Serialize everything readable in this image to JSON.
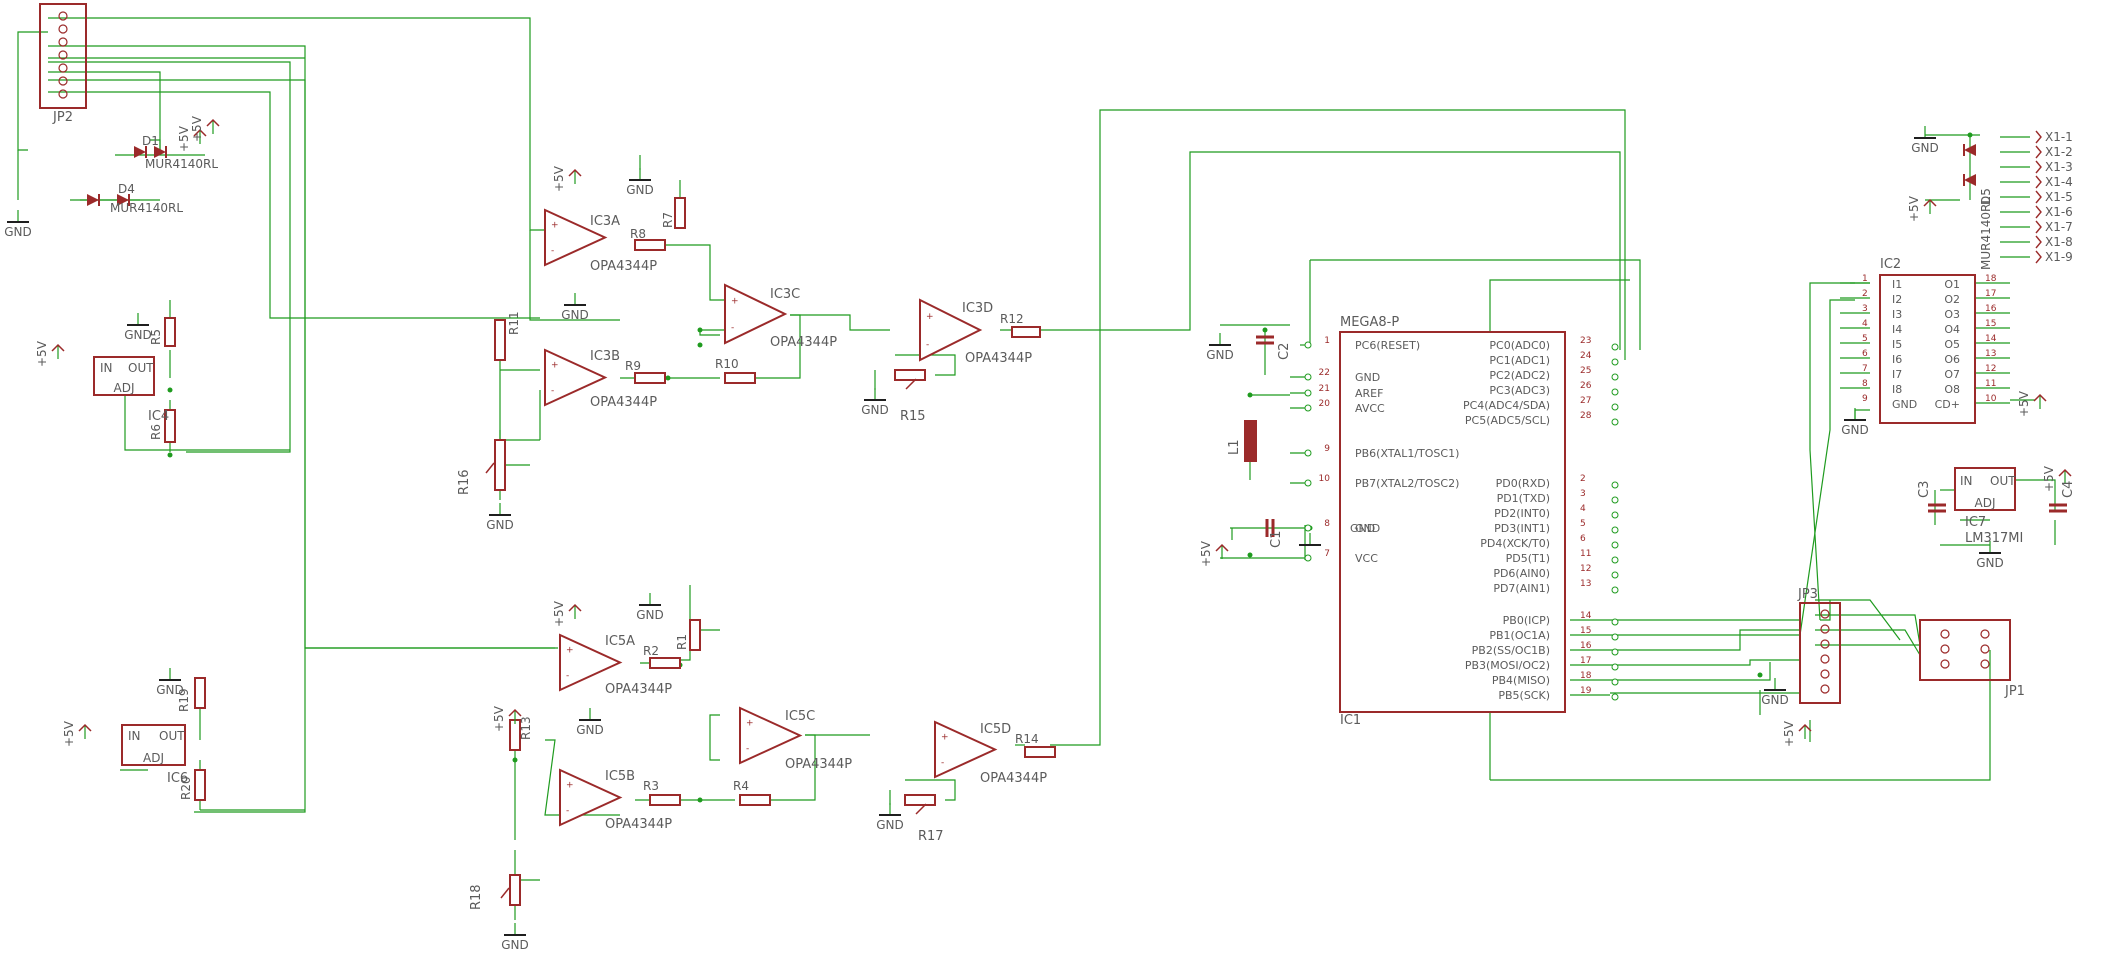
{
  "schematic": {
    "labels": {
      "jp2": "JP2",
      "jp1": "JP1",
      "jp3": "JP3",
      "ic1": "IC1",
      "ic2": "IC2",
      "ic4": "IC4",
      "ic6": "IC6",
      "ic7": "IC7",
      "lm317": "LM317MI",
      "mega": "MEGA8-P",
      "ic3a": "IC3A",
      "ic3b": "IC3B",
      "ic3c": "IC3C",
      "ic3d": "IC3D",
      "ic5a": "IC5A",
      "ic5b": "IC5B",
      "ic5c": "IC5C",
      "ic5d": "IC5D",
      "opa": "OPA4344P",
      "r1": "R1",
      "r2": "R2",
      "r3": "R3",
      "r4": "R4",
      "r5": "R5",
      "r6": "R6",
      "r7": "R7",
      "r8": "R8",
      "r9": "R9",
      "r10": "R10",
      "r11": "R11",
      "r12": "R12",
      "r13": "R13",
      "r14": "R14",
      "r15": "R15",
      "r16": "R16",
      "r17": "R17",
      "r18": "R18",
      "r19": "R19",
      "r20": "R20",
      "c1": "C1",
      "c2": "C2",
      "c3": "C3",
      "c4": "C4",
      "l1": "L1",
      "gnd": "GND",
      "plus5v": "+5V",
      "in": "IN",
      "out": "OUT",
      "adj": "ADJ",
      "diode1": "MUR4140RL",
      "diode2": "MUR4140RL",
      "d1": "D1",
      "d4": "D4",
      "d5": "D5",
      "mur_side": "MUR4140RL",
      "avcc": "AVCC",
      "aref": "AREF",
      "vcc": "VCC"
    },
    "mega_left_pins": [
      "PC6(RESET)",
      "GND",
      "AREF",
      "AVCC",
      "PB6(XTAL1/TOSC1)",
      "PB7(XTAL2/TOSC2)",
      "GND",
      "VCC"
    ],
    "mega_left_nums": [
      "1",
      "22",
      "21",
      "20",
      "9",
      "10",
      "8",
      "7"
    ],
    "mega_right_pins": [
      "PC0(ADC0)",
      "PC1(ADC1)",
      "PC2(ADC2)",
      "PC3(ADC3)",
      "PC4(ADC4/SDA)",
      "PC5(ADC5/SCL)",
      "PD0(RXD)",
      "PD1(TXD)",
      "PD2(INT0)",
      "PD3(INT1)",
      "PD4(XCK/T0)",
      "PD5(T1)",
      "PD6(AIN0)",
      "PD7(AIN1)",
      "PB0(ICP)",
      "PB1(OC1A)",
      "PB2(SS/OC1B)",
      "PB3(MOSI/OC2)",
      "PB4(MISO)",
      "PB5(SCK)"
    ],
    "mega_right_nums": [
      "23",
      "24",
      "25",
      "26",
      "27",
      "28",
      "2",
      "3",
      "4",
      "5",
      "6",
      "11",
      "12",
      "13",
      "14",
      "15",
      "16",
      "17",
      "18",
      "19"
    ],
    "ic2_left": [
      "I1",
      "I2",
      "I3",
      "I4",
      "I5",
      "I6",
      "I7",
      "I8",
      "GND"
    ],
    "ic2_right": [
      "O1",
      "O2",
      "O3",
      "O4",
      "O5",
      "O6",
      "O7",
      "O8",
      "CD+"
    ],
    "ic2_left_nums": [
      "1",
      "2",
      "3",
      "4",
      "5",
      "6",
      "7",
      "8",
      "9"
    ],
    "ic2_right_nums": [
      "18",
      "17",
      "16",
      "15",
      "14",
      "13",
      "12",
      "11",
      "10"
    ],
    "x1": [
      "X1-1",
      "X1-2",
      "X1-3",
      "X1-4",
      "X1-5",
      "X1-6",
      "X1-7",
      "X1-8",
      "X1-9"
    ]
  }
}
